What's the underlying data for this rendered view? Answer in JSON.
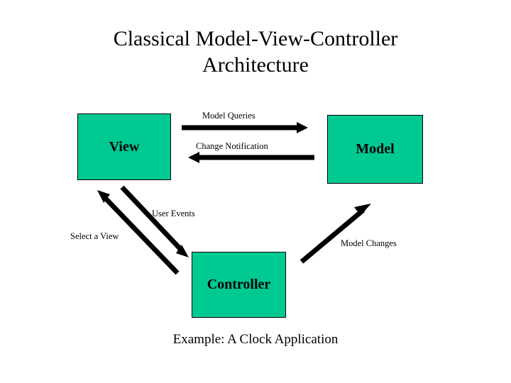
{
  "slide": {
    "title": "Classical Model-View-Controller\nArchitecture",
    "caption": "Example: A Clock Application",
    "background_color": "#FFFFFF"
  },
  "nodes": [
    {
      "id": "view",
      "label": "View",
      "fill": "#00C992",
      "stroke": "#000000"
    },
    {
      "id": "model",
      "label": "Model",
      "fill": "#00C992",
      "stroke": "#000000"
    },
    {
      "id": "controller",
      "label": "Controller",
      "fill": "#00C992",
      "stroke": "#000000"
    }
  ],
  "edges": [
    {
      "id": "model-queries",
      "label": "Model Queries",
      "from": "view",
      "to": "model",
      "direction": "right",
      "color": "#000000"
    },
    {
      "id": "change-notification",
      "label": "Change Notification",
      "from": "model",
      "to": "view",
      "direction": "left",
      "color": "#000000"
    },
    {
      "id": "user-events",
      "label": "User Events",
      "from": "view",
      "to": "controller",
      "direction": "down-right",
      "color": "#000000"
    },
    {
      "id": "select-a-view",
      "label": "Select a View",
      "from": "controller",
      "to": "view",
      "direction": "up-left",
      "color": "#000000"
    },
    {
      "id": "model-changes",
      "label": "Model Changes",
      "from": "controller",
      "to": "model",
      "direction": "up-right",
      "color": "#000000"
    }
  ]
}
